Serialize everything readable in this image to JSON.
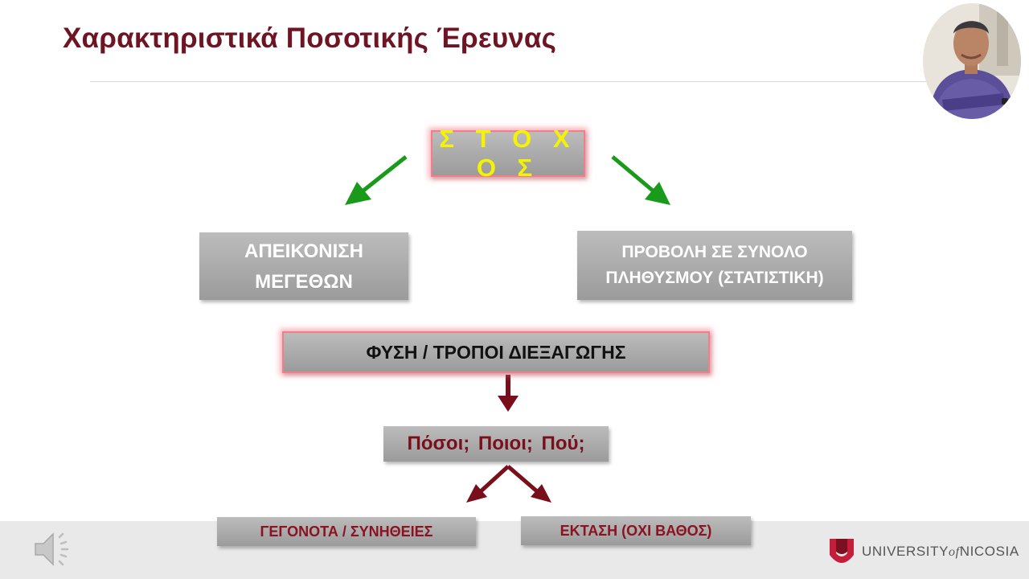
{
  "slide": {
    "title": "Χαρακτηριστικά Ποσοτικής Έρευνας"
  },
  "diagram": {
    "goal": "Σ Τ Ο Χ Ο Σ",
    "left_outcome": {
      "line1": "ΑΠΕΙΚΟΝΙΣΗ",
      "line2": "ΜΕΓΕΘΩΝ"
    },
    "right_outcome": {
      "line1": "ΠΡΟΒΟΛΗ ΣΕ ΣΥΝΟΛΟ",
      "line2": "ΠΛΗΘΥΣΜΟΥ (ΣΤΑΤΙΣΤΙΚΗ)"
    },
    "method": "ΦΥΣΗ / ΤΡΟΠΟΙ ΔΙΕΞΑΓΩΓΗΣ",
    "questions": "Πόσοι;  Ποιοι;  Πού;",
    "left_result": "ΓΕΓΟΝΟΤΑ / ΣΥΝΗΘΕΙΕΣ",
    "right_result": "ΕΚΤΑΣΗ (ΟΧΙ ΒΑΘΟΣ)"
  },
  "footer": {
    "university_part1": "UNIVERSITY",
    "university_of": "of",
    "university_part2": "NICOSIA",
    "audio_icon": "speaker-icon"
  },
  "colors": {
    "title": "#6e1423",
    "goal_text": "#f4f400",
    "green_arrow": "#1a9a1a",
    "dark_red_arrow": "#7a0f1c",
    "logo_red": "#c41e3a"
  }
}
